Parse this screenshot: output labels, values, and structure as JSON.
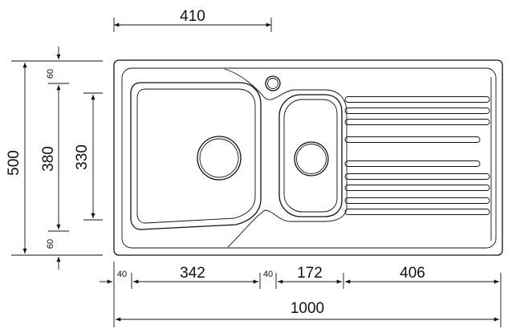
{
  "diagram": {
    "dimensions": {
      "top_width": "410",
      "overall_height": "500",
      "inner_height": "380",
      "bowl_height": "330",
      "top_margin": "60",
      "bottom_margin": "60",
      "left_margin": "40",
      "main_bowl_width": "342",
      "middle_gap": "40",
      "small_bowl_width": "172",
      "drainer_width": "406",
      "overall_width": "1000"
    },
    "colors": {
      "line": "#111111",
      "background": "#ffffff"
    }
  }
}
